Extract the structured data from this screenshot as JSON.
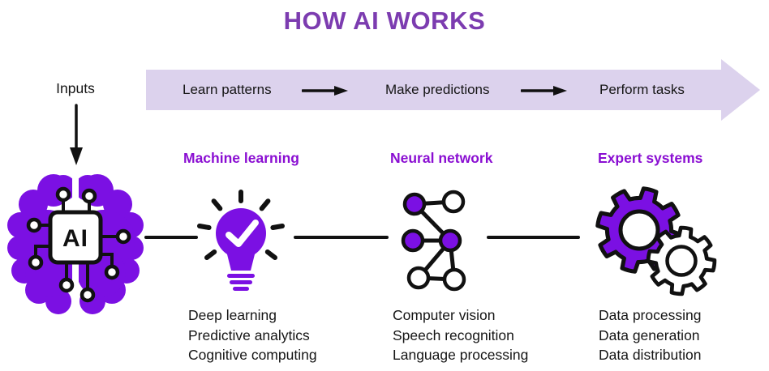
{
  "title": "HOW AI WORKS",
  "flow_banner": {
    "steps": [
      {
        "label": "Learn patterns"
      },
      {
        "label": "Make predictions"
      },
      {
        "label": "Perform tasks"
      }
    ]
  },
  "input": {
    "label": "Inputs"
  },
  "brain": {
    "chip_label": "AI",
    "icon": "brain-ai-icon"
  },
  "columns": [
    {
      "heading": "Machine learning",
      "icon": "lightbulb-check-icon",
      "items": [
        "Deep learning",
        "Predictive analytics",
        "Cognitive computing"
      ]
    },
    {
      "heading": "Neural network",
      "icon": "neural-network-icon",
      "items": [
        "Computer vision",
        "Speech recognition",
        "Language processing"
      ]
    },
    {
      "heading": "Expert systems",
      "icon": "gears-icon",
      "items": [
        "Data processing",
        "Data generation",
        "Data distribution"
      ]
    }
  ],
  "colors": {
    "title_purple": "#7C3CB0",
    "heading_purple": "#8A0ED2",
    "icon_purple": "#7B10E3",
    "banner_lavender": "#DCD2ED",
    "ink": "#111111"
  }
}
